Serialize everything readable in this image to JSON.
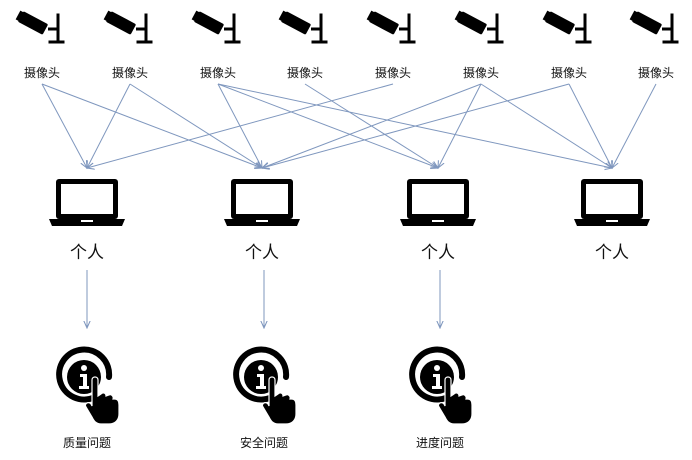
{
  "cameras": [
    {
      "label": "摄像头",
      "icon": "security-camera-icon"
    },
    {
      "label": "摄像头",
      "icon": "security-camera-icon"
    },
    {
      "label": "摄像头",
      "icon": "security-camera-icon"
    },
    {
      "label": "摄像头",
      "icon": "security-camera-icon"
    },
    {
      "label": "摄像头",
      "icon": "security-camera-icon"
    },
    {
      "label": "摄像头",
      "icon": "security-camera-icon"
    },
    {
      "label": "摄像头",
      "icon": "security-camera-icon"
    },
    {
      "label": "摄像头",
      "icon": "security-camera-icon"
    }
  ],
  "laptops": [
    {
      "label": "个人",
      "icon": "laptop-icon"
    },
    {
      "label": "个人",
      "icon": "laptop-icon"
    },
    {
      "label": "个人",
      "icon": "laptop-icon"
    },
    {
      "label": "个人",
      "icon": "laptop-icon"
    }
  ],
  "infos": [
    {
      "label": "质量问题",
      "icon": "info-touch-icon"
    },
    {
      "label": "安全问题",
      "icon": "info-touch-icon"
    },
    {
      "label": "进度问题",
      "icon": "info-touch-icon"
    }
  ],
  "connections": [
    {
      "from": 0,
      "to": 0
    },
    {
      "from": 1,
      "to": 0
    },
    {
      "from": 1,
      "to": 1
    },
    {
      "from": 2,
      "to": 1
    },
    {
      "from": 2,
      "to": 2
    },
    {
      "from": 3,
      "to": 2
    },
    {
      "from": 4,
      "to": 0
    },
    {
      "from": 5,
      "to": 1
    },
    {
      "from": 5,
      "to": 2
    },
    {
      "from": 5,
      "to": 3
    },
    {
      "from": 6,
      "to": 1
    },
    {
      "from": 6,
      "to": 3
    },
    {
      "from": 7,
      "to": 3
    },
    {
      "from": 0,
      "to": 1
    },
    {
      "from": 2,
      "to": 3
    }
  ],
  "colors": {
    "arrow": "#7f97be",
    "icon": "#000000"
  }
}
